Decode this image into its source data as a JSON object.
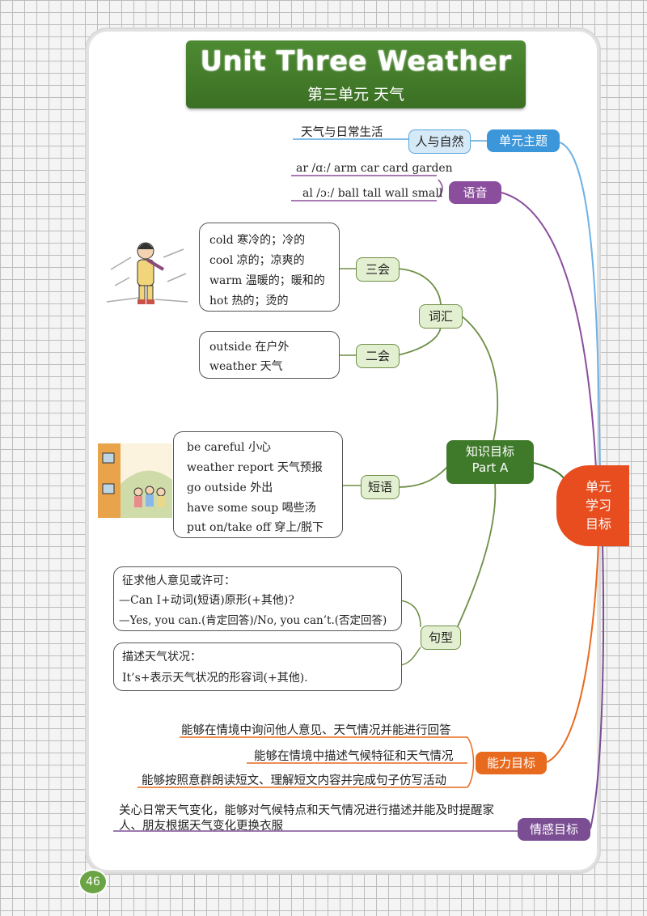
{
  "title": {
    "en": "Unit Three    Weather",
    "cn": "第三单元   天气"
  },
  "root": [
    "单元",
    "学习",
    "目标"
  ],
  "theme": {
    "label": "单元主题",
    "sub": "人与自然",
    "detail": "天气与日常生活"
  },
  "phonics": {
    "label": "语音",
    "lines": [
      "ar /ɑː/ arm car card garden",
      "al /ɔː/ ball tall wall small"
    ]
  },
  "knowledge": {
    "label_cn": "知识目标",
    "label_en": "Part A"
  },
  "vocab": {
    "label": "词汇",
    "three": {
      "label": "三会",
      "items": [
        "cold 寒冷的；冷的",
        "cool 凉的；凉爽的",
        "warm 温暖的；暖和的",
        "hot 热的；烫的"
      ]
    },
    "two": {
      "label": "二会",
      "items": [
        "outside 在户外",
        "weather 天气"
      ]
    }
  },
  "phrases": {
    "label": "短语",
    "items": [
      "be careful 小心",
      "weather report 天气预报",
      "go outside 外出",
      "have some soup 喝些汤",
      "put on/take off 穿上/脱下"
    ]
  },
  "sentences": {
    "label": "句型",
    "ask": {
      "title": "征求他人意见或许可：",
      "lines": [
        "—Can I+动词(短语)原形(+其他)?",
        "—Yes, you can.(肯定回答)/No, you can’t.(否定回答)"
      ]
    },
    "describe": {
      "title": "描述天气状况：",
      "line": "It’s+表示天气状况的形容词(+其他)."
    }
  },
  "ability": {
    "label": "能力目标",
    "items": [
      "能够在情境中询问他人意见、天气情况并能进行回答",
      "能够在情境中描述气候特征和天气情况",
      "能够按照意群朗读短文、理解短文内容并完成句子仿写活动"
    ]
  },
  "emotion": {
    "label": "情感目标",
    "lines": [
      "关心日常天气变化，能够对气候特点和天气情况进行描述并能及时提醒家",
      "人、朋友根据天气变化更换衣服"
    ]
  },
  "page_number": "46",
  "colors": {
    "title_green": "#3f7a2a",
    "theme_blue": "#3b96da",
    "phonics_purple": "#8b4e9c",
    "knowledge_green": "#3f7a2a",
    "ability_orange": "#e86a1f",
    "root_red": "#e74d1f"
  }
}
